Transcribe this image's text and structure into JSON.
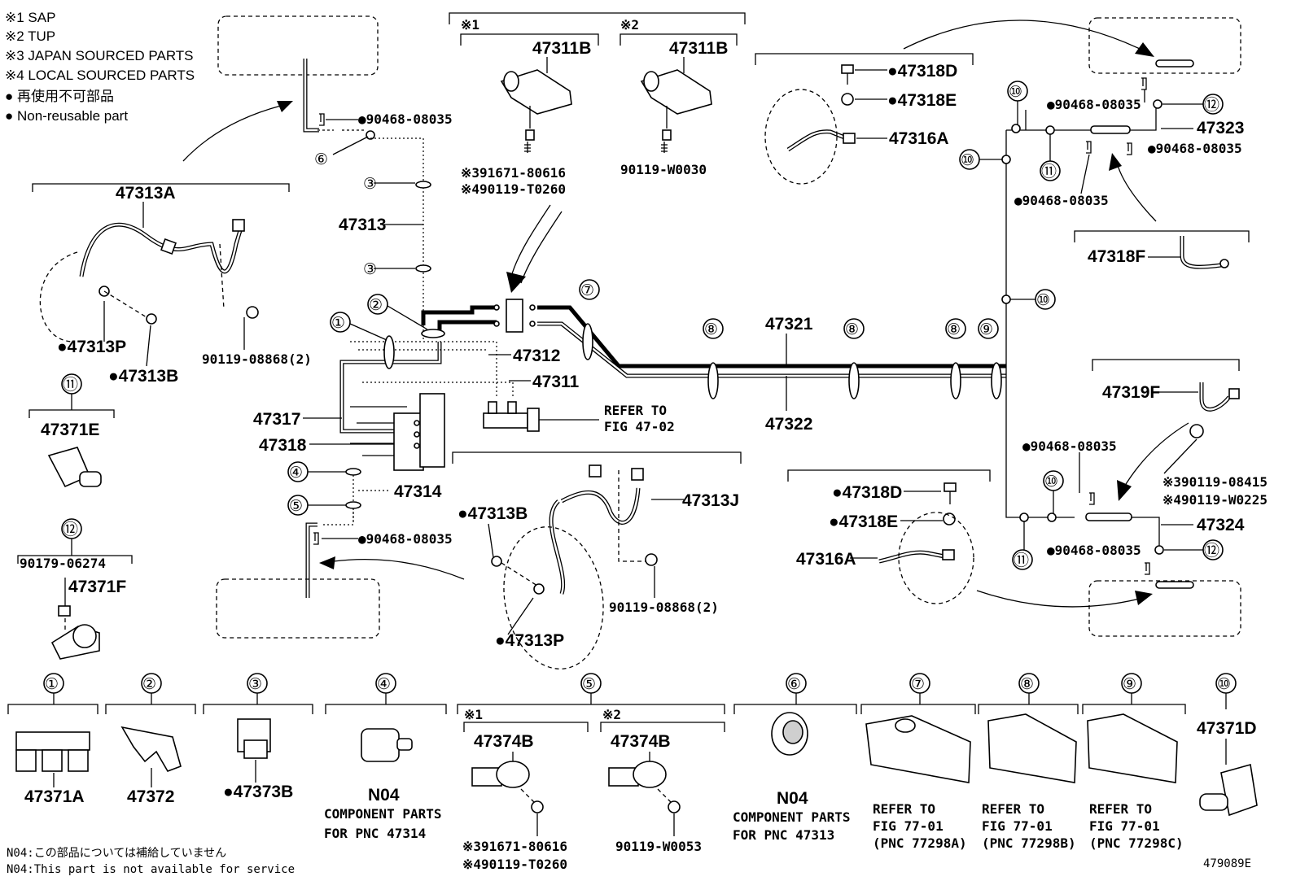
{
  "legend": {
    "sap": "※1 SAP",
    "tup": "※2 TUP",
    "japan": "※3 JAPAN SOURCED PARTS",
    "local": "※4 LOCAL SOURCED PARTS",
    "nonreuse_jp": "● 再使用不可部品",
    "nonreuse_en": "● Non-reusable part"
  },
  "parts": {
    "p47313A": "47313A",
    "p47313P": "●47313P",
    "p47313B": "●47313B",
    "p90119_08868": "90119-08868(2)",
    "p90468_08035": "●90468-08035",
    "p47313": "47313",
    "p47311B": "47311B",
    "p91671_80616": "※391671-80616",
    "p90119_T0260": "※490119-T0260",
    "p90119_W0030": "90119-W0030",
    "p47312": "47312",
    "p47311": "47311",
    "refer_fig_47_02_a": "REFER TO",
    "refer_fig_47_02_b": "FIG 47-02",
    "p47317": "47317",
    "p47318": "47318",
    "p47314": "47314",
    "p47313J": "47313J",
    "p47321": "47321",
    "p47322": "47322",
    "p47318D": "●47318D",
    "p47318E": "●47318E",
    "p47316A": "47316A",
    "p47323": "47323",
    "p47318F": "47318F",
    "p47319F": "47319F",
    "p90119_08415": "※390119-08415",
    "p90119_W0225": "※490119-W0225",
    "p47324": "47324",
    "p47371E": "47371E",
    "p90179_06274": "90179-06274",
    "p47371F": "47371F",
    "sap_mark": "※1",
    "tup_mark": "※2"
  },
  "circles": [
    "①",
    "②",
    "③",
    "④",
    "⑤",
    "⑥",
    "⑦",
    "⑧",
    "⑨",
    "⑩",
    "⑪",
    "⑫"
  ],
  "bottom_row": {
    "c1": "47371A",
    "c2": "47372",
    "c3": "●47373B",
    "c4_code": "N04",
    "c4_line1": "COMPONENT PARTS",
    "c4_line2": "FOR PNC 47314",
    "c5_part": "47374B",
    "c5_bolt_a": "※391671-80616",
    "c5_bolt_b": "※490119-T0260",
    "c5_bolt_c": "90119-W0053",
    "c6_code": "N04",
    "c6_line1": "COMPONENT PARTS",
    "c6_line2": "FOR PNC 47313",
    "refer": "REFER TO",
    "fig": "FIG 77-01",
    "c7_pnc": "(PNC 77298A)",
    "c8_pnc": "(PNC 77298B)",
    "c9_pnc": "(PNC 77298C)",
    "c10": "47371D"
  },
  "footer": {
    "note_jp": "N04:この部品については補給していません",
    "note_en": "N04:This part is not available for service",
    "fig_id": "479089E"
  }
}
